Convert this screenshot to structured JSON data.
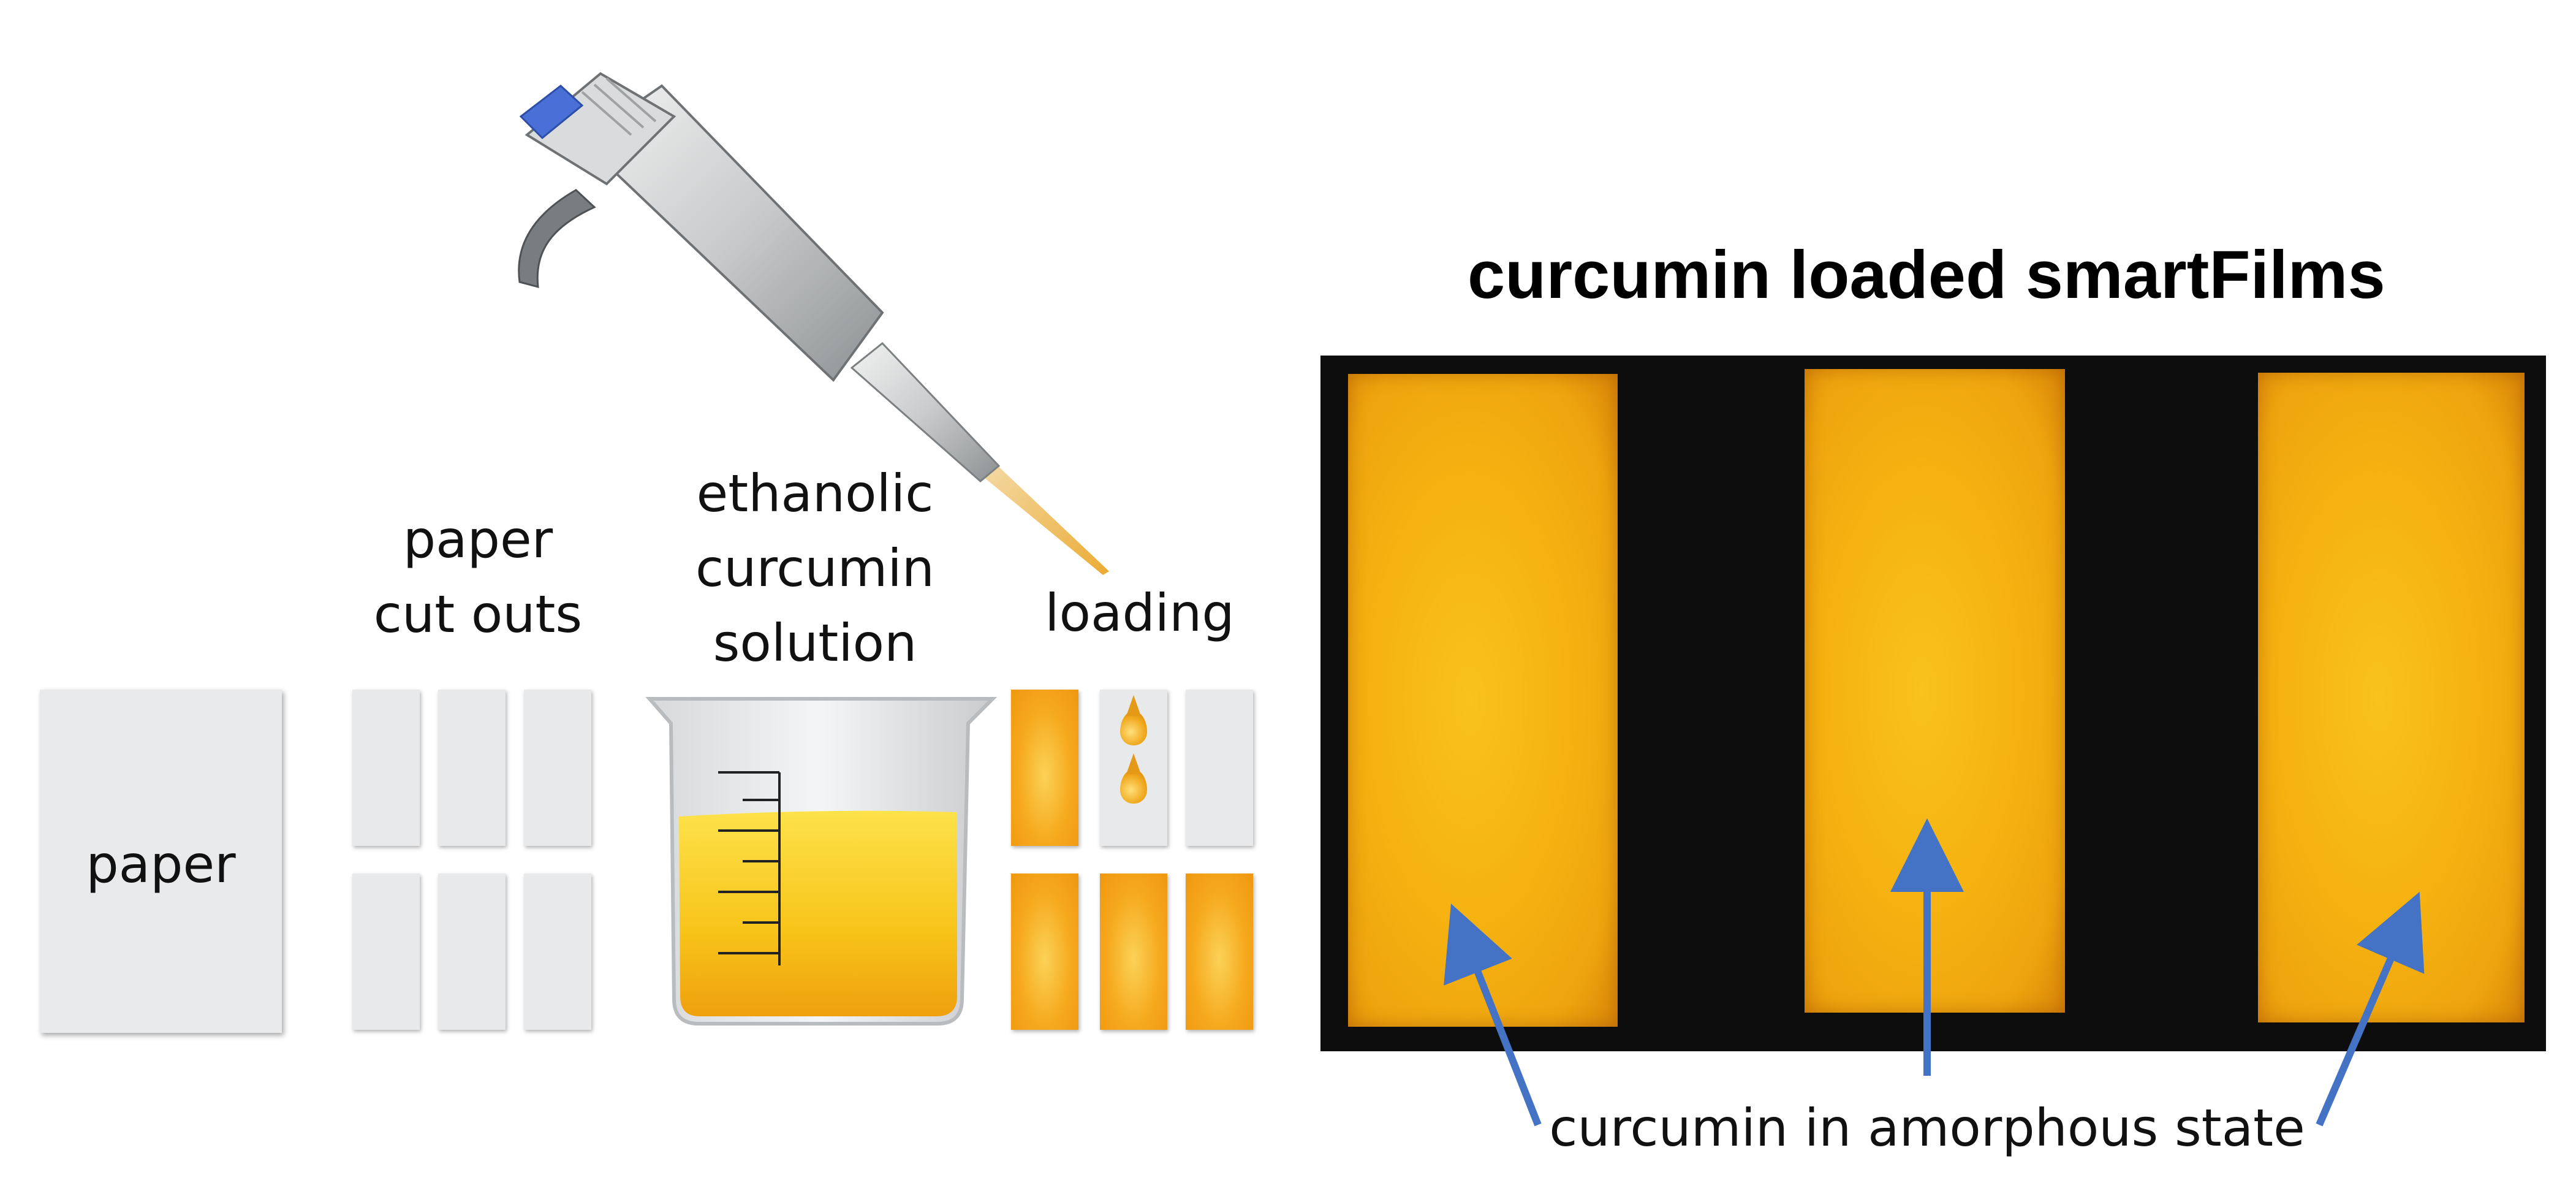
{
  "labels": {
    "paper": "paper",
    "cut_outs_line1": "paper",
    "cut_outs_line2": "cut outs",
    "solution_line1": "ethanolic",
    "solution_line2": "curcumin",
    "solution_line3": "solution",
    "loading": "loading",
    "title": "curcumin loaded smartFilms",
    "amorphous": "curcumin in amorphous state"
  },
  "colors": {
    "paper": "#e9eaeb",
    "curcumin": "#f5b110",
    "arrow": "#4472c4",
    "pipette_plunger": "#4a6fd6"
  },
  "icons": [
    "pipette-icon",
    "beaker-icon",
    "droplet-icon"
  ]
}
